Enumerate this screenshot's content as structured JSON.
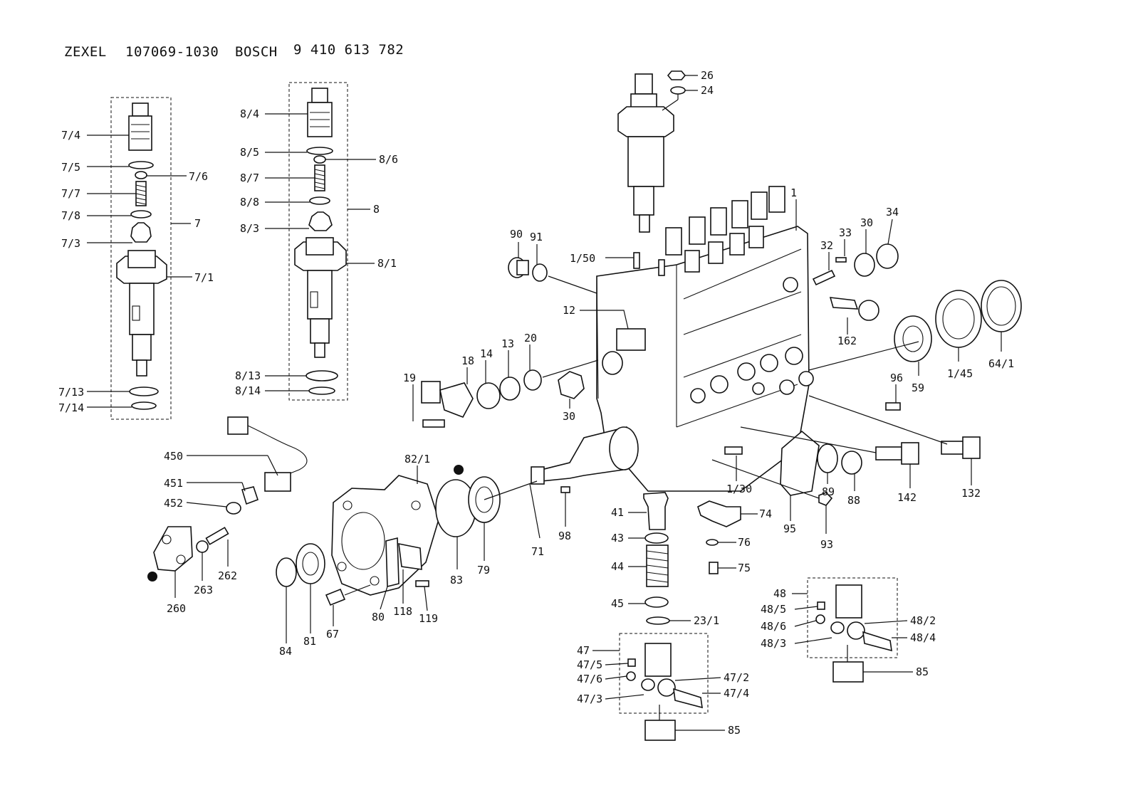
{
  "title": {
    "brand": "ZEXEL",
    "part_number": "107069-1030",
    "ref_brand": "BOSCH",
    "ref_number": "9 410 613 782"
  },
  "labels": {
    "l_7_4": "7/4",
    "l_7_5": "7/5",
    "l_7_6": "7/6",
    "l_7_7": "7/7",
    "l_7_8": "7/8",
    "l_7": "7",
    "l_7_3": "7/3",
    "l_7_1": "7/1",
    "l_7_13": "7/13",
    "l_7_14": "7/14",
    "l_8_4": "8/4",
    "l_8_5": "8/5",
    "l_8_6": "8/6",
    "l_8_7": "8/7",
    "l_8_8": "8/8",
    "l_8": "8",
    "l_8_3": "8/3",
    "l_8_1": "8/1",
    "l_8_13": "8/13",
    "l_8_14": "8/14",
    "l_26": "26",
    "l_24": "24",
    "l_1": "1",
    "l_90": "90",
    "l_91": "91",
    "l_1_50": "1/50",
    "l_33": "33",
    "l_30a": "30",
    "l_34": "34",
    "l_32": "32",
    "l_12": "12",
    "l_162": "162",
    "l_18": "18",
    "l_14": "14",
    "l_13": "13",
    "l_20": "20",
    "l_19": "19",
    "l_30b": "30",
    "l_59": "59",
    "l_1_45": "1/45",
    "l_64_1": "64/1",
    "l_96": "96",
    "l_450": "450",
    "l_451": "451",
    "l_452": "452",
    "l_262": "262",
    "l_263": "263",
    "l_260": "260",
    "l_82_1": "82/1",
    "l_84": "84",
    "l_81": "81",
    "l_67": "67",
    "l_80": "80",
    "l_118": "118",
    "l_119": "119",
    "l_83": "83",
    "l_79": "79",
    "l_71": "71",
    "l_98": "98",
    "l_1_30": "1/30",
    "l_95": "95",
    "l_93": "93",
    "l_89": "89",
    "l_88": "88",
    "l_142": "142",
    "l_132": "132",
    "l_41": "41",
    "l_43": "43",
    "l_44": "44",
    "l_45": "45",
    "l_23_1": "23/1",
    "l_74": "74",
    "l_76": "76",
    "l_75": "75",
    "l_47": "47",
    "l_47_5": "47/5",
    "l_47_6": "47/6",
    "l_47_3": "47/3",
    "l_47_2": "47/2",
    "l_47_4": "47/4",
    "l_85a": "85",
    "l_48": "48",
    "l_48_5": "48/5",
    "l_48_6": "48/6",
    "l_48_3": "48/3",
    "l_48_2": "48/2",
    "l_48_4": "48/4",
    "l_85b": "85"
  }
}
